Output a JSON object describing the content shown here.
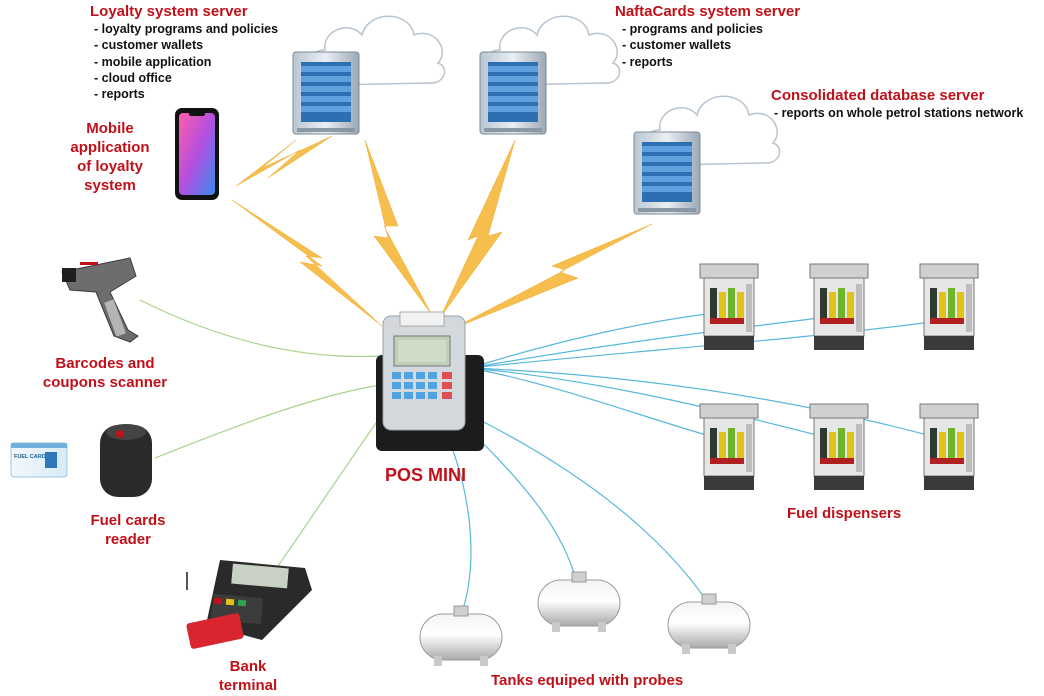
{
  "loyalty_server": {
    "title": "Loyalty system server",
    "items": [
      "loyalty programs and policies",
      "customer wallets",
      "mobile application",
      "cloud office",
      "reports"
    ]
  },
  "nafta_server": {
    "title": "NaftaCards system server",
    "items": [
      "programs and policies",
      "customer wallets",
      "reports"
    ]
  },
  "consolidated_server": {
    "title": "Consolidated database server",
    "items": [
      "reports on whole petrol stations network"
    ]
  },
  "mobile_app": {
    "label": "Mobile application of loyalty system"
  },
  "scanner": {
    "label": "Barcodes and coupons  scanner"
  },
  "card_reader": {
    "label": "Fuel cards reader"
  },
  "fuel_card": {
    "text": "FUEL CARD"
  },
  "bank_terminal": {
    "label": "Bank terminal"
  },
  "pos": {
    "label": "POS MINI"
  },
  "tanks": {
    "label": "Tanks equiped with probes"
  },
  "dispensers": {
    "label": "Fuel dispensers"
  },
  "colors": {
    "label_red": "#c0111a",
    "bolt": "#f5b73a",
    "wire_green": "#a8d48a",
    "wire_blue": "#58b8dc"
  }
}
